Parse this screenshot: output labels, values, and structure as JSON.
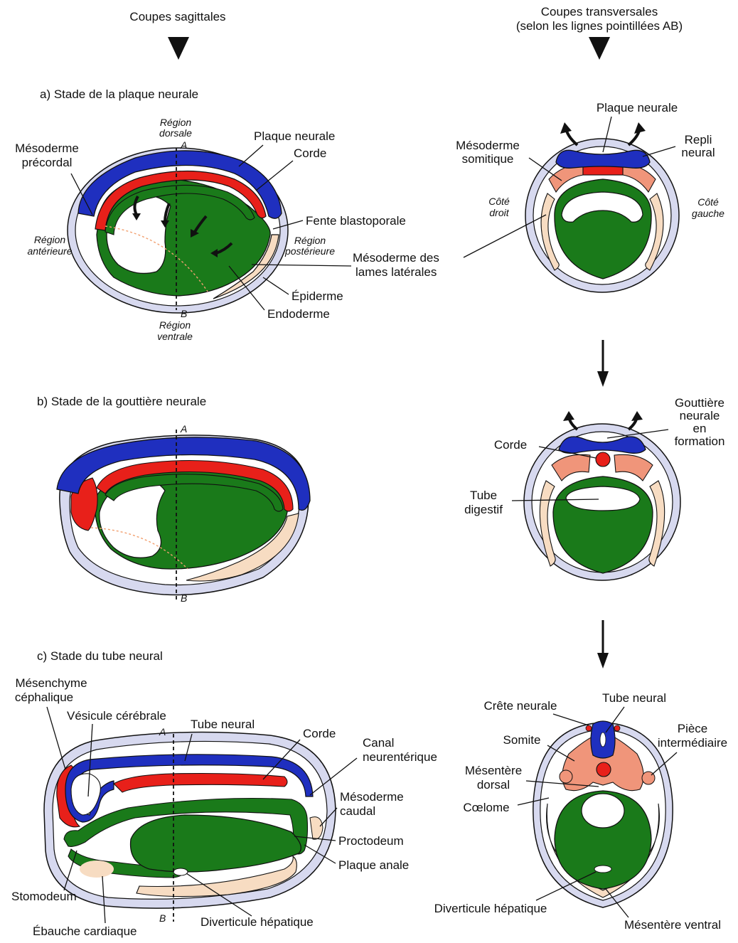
{
  "colors": {
    "ectoderm_neural": "#1f2fbf",
    "chorde_mesoderm": "#e8201a",
    "endoderm": "#1a7a1a",
    "somitic_mesoderm": "#f0957a",
    "lateral_mesoderm": "#f7dcc2",
    "epidermis": "#d7d9ef",
    "outline": "#111111",
    "pinkline": "#f2a070",
    "background": "#ffffff"
  },
  "headers": {
    "sagittal": "Coupes sagittales",
    "transverse_line1": "Coupes transversales",
    "transverse_line2": "(selon les lignes pointillées AB)"
  },
  "stages": {
    "a": "a) Stade de la plaque neurale",
    "b": "b) Stade de la gouttière neurale",
    "c": "c) Stade du tube neural"
  },
  "axis": {
    "A": "A",
    "B": "B"
  },
  "sagittal_a": {
    "region_dorsale_1": "Région",
    "region_dorsale_2": "dorsale",
    "region_ventrale_1": "Région",
    "region_ventrale_2": "ventrale",
    "region_anterieure_1": "Région",
    "region_anterieure_2": "antérieure",
    "region_posterieure_1": "Région",
    "region_posterieure_2": "postérieure",
    "mesoderme_precordal_1": "Mésoderme",
    "mesoderme_precordal_2": "précordal",
    "plaque_neurale": "Plaque neurale",
    "corde": "Corde",
    "fente_blastoporale": "Fente blastoporale",
    "mesoderme_lames_1": "Mésoderme des",
    "mesoderme_lames_2": "lames latérales",
    "epiderme": "Épiderme",
    "endoderme": "Endoderme"
  },
  "transverse_a": {
    "plaque_neurale": "Plaque neurale",
    "mesoderme_somitique_1": "Mésoderme",
    "mesoderme_somitique_2": "somitique",
    "repli_neural_1": "Repli",
    "repli_neural_2": "neural",
    "cote_droit_1": "Côté",
    "cote_droit_2": "droit",
    "cote_gauche_1": "Côté",
    "cote_gauche_2": "gauche"
  },
  "transverse_b": {
    "gouttiere_1": "Gouttière",
    "gouttiere_2": "neurale",
    "gouttiere_3": "en",
    "gouttiere_4": "formation",
    "corde": "Corde",
    "tube_digestif_1": "Tube",
    "tube_digestif_2": "digestif"
  },
  "sagittal_c": {
    "mesenchyme_1": "Mésenchyme",
    "mesenchyme_2": "céphalique",
    "vesicule": "Vésicule cérébrale",
    "tube_neural": "Tube neural",
    "corde": "Corde",
    "canal_1": "Canal",
    "canal_2": "neurentérique",
    "mesoderme_caudal_1": "Mésoderme",
    "mesoderme_caudal_2": "caudal",
    "proctodeum": "Proctodeum",
    "plaque_anale": "Plaque anale",
    "stomodeum": "Stomodeum",
    "ebauche_cardiaque": "Ébauche cardiaque",
    "diverticule_hepatique": "Diverticule hépatique"
  },
  "transverse_c": {
    "crete_neurale": "Crête neurale",
    "tube_neural": "Tube neural",
    "somite": "Somite",
    "piece_1": "Pièce",
    "piece_2": "intermédiaire",
    "mesentere_dorsal_1": "Mésentère",
    "mesentere_dorsal_2": "dorsal",
    "coelome": "Cœlome",
    "diverticule_hepatique": "Diverticule hépatique",
    "mesentere_ventral": "Mésentère ventral"
  }
}
